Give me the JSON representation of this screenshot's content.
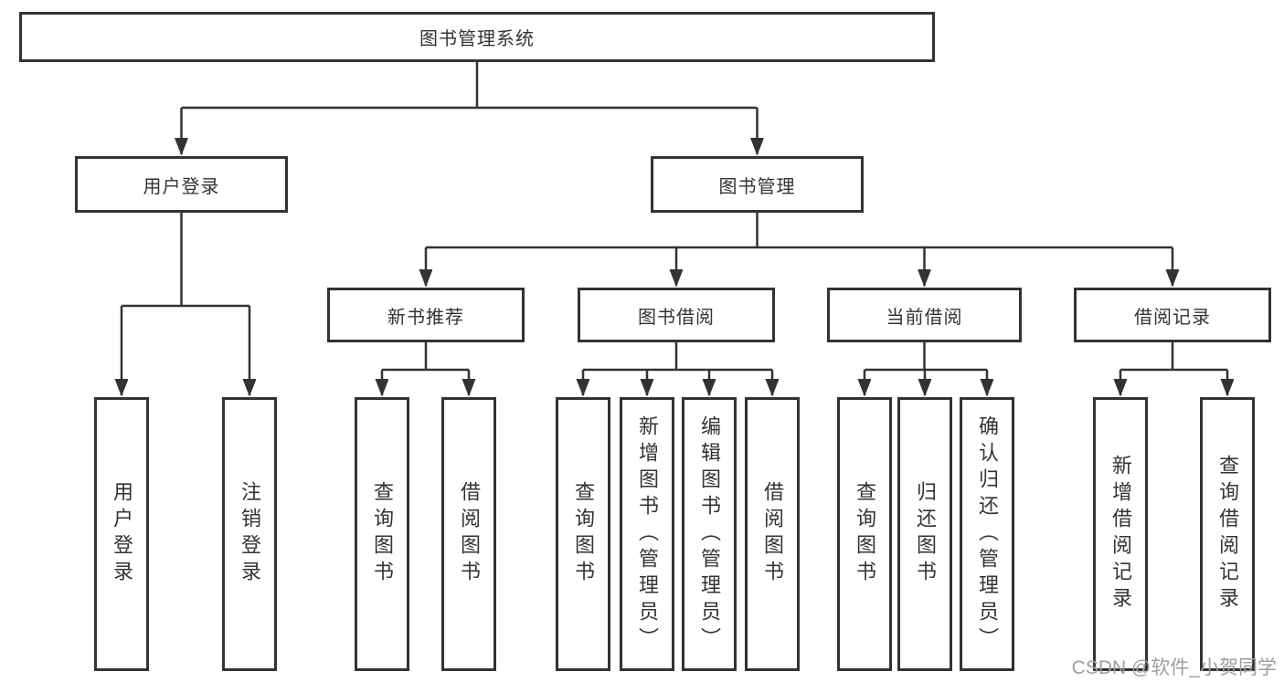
{
  "colors": {
    "line": "#333333",
    "text": "#333333",
    "box_background": "#ffffff",
    "watermark": "#9e9e9e"
  },
  "tree": {
    "root": "图书管理系统",
    "level2": [
      "用户登录",
      "图书管理"
    ],
    "level3": [
      "新书推荐",
      "图书借阅",
      "当前借阅",
      "借阅记录"
    ],
    "leafGroups": [
      {
        "parent": "用户登录",
        "items": [
          "用户登录",
          "注销登录"
        ]
      },
      {
        "parent": "新书推荐",
        "items": [
          "查询图书",
          "借阅图书"
        ]
      },
      {
        "parent": "图书借阅",
        "items": [
          "查询图书",
          "新增图书（管理员）",
          "编辑图书（管理员）",
          "借阅图书"
        ]
      },
      {
        "parent": "当前借阅",
        "items": [
          "查询图书",
          "归还图书",
          "确认归还（管理员）"
        ]
      },
      {
        "parent": "借阅记录",
        "items": [
          "新增借阅记录",
          "查询借阅记录"
        ]
      }
    ]
  },
  "watermark": {
    "text": "CSDN @软件_小贺同学"
  }
}
